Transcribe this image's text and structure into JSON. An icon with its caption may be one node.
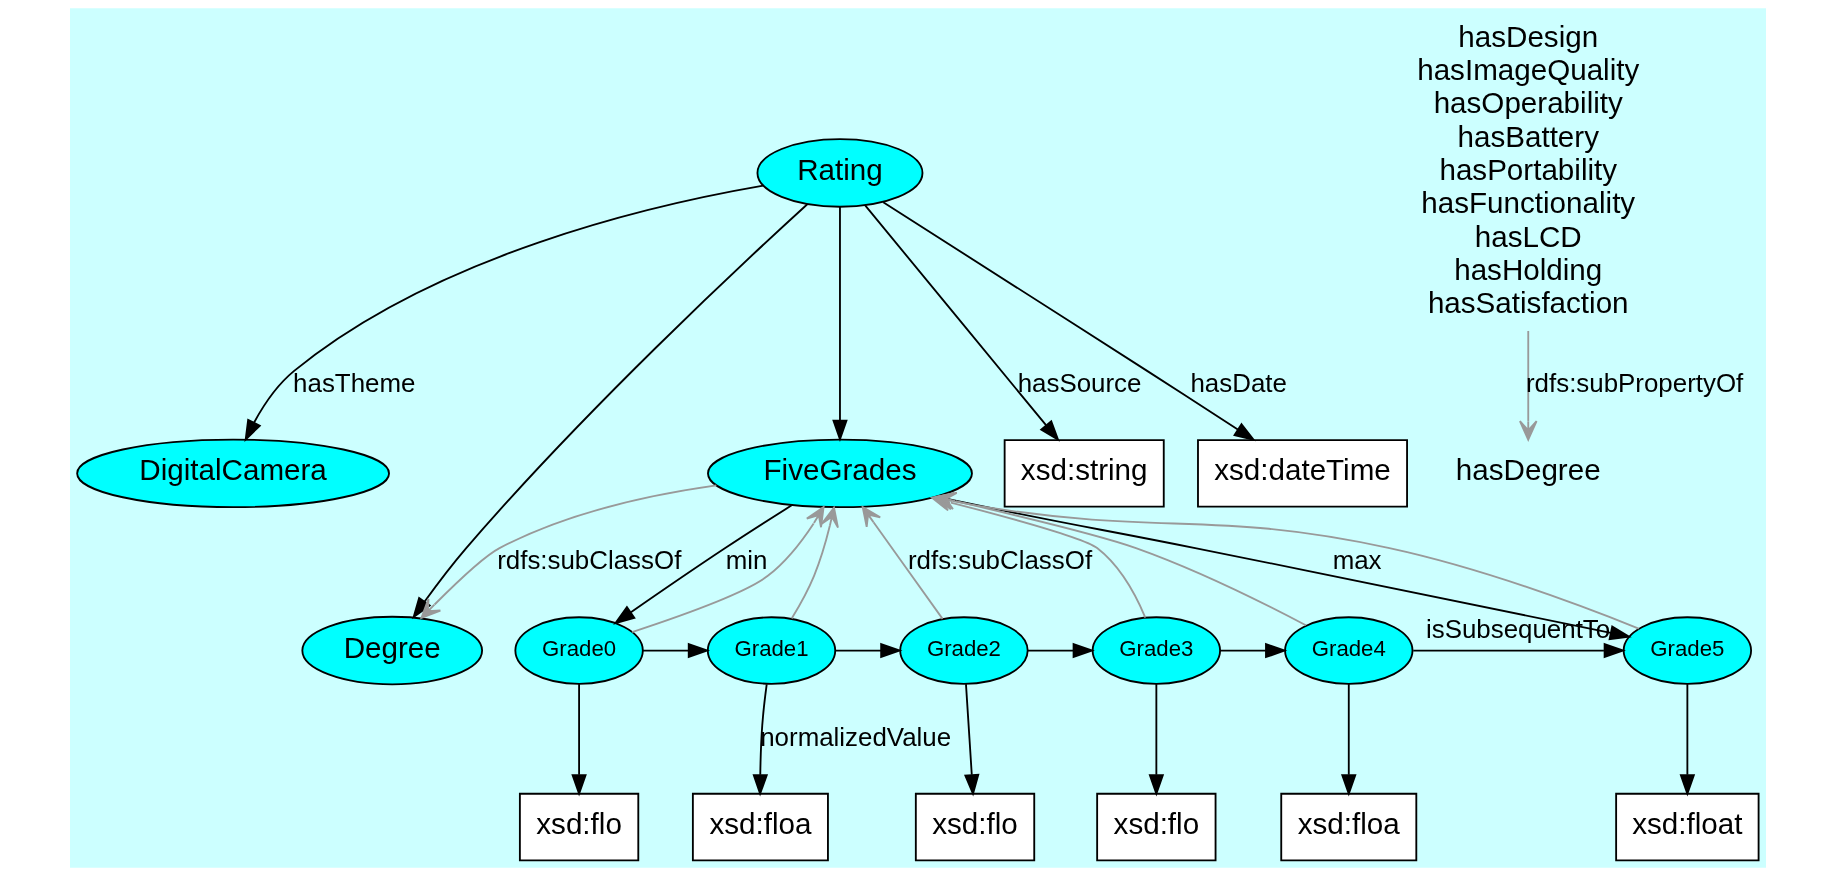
{
  "diagram": {
    "nodes": [
      {
        "text": [
          "DigitalCamera"
        ]
      },
      {
        "text": [
          "Degree"
        ]
      },
      {
        "text": [
          "hasDegree"
        ]
      },
      {
        "text": [
          "Rating"
        ]
      },
      {
        "text": [
          "FiveGrades"
        ]
      },
      {
        "text": [
          "hasDesign",
          "hasImageQuality",
          "hasOperability",
          "hasBattery",
          "hasPortability",
          "hasFunctionality",
          "hasLCD",
          "hasHolding",
          "hasSatisfaction"
        ]
      },
      {
        "text": [
          "xsd:string"
        ]
      },
      {
        "text": [
          "xsd:dateTime"
        ]
      },
      {
        "text": [
          "Grade0"
        ]
      },
      {
        "text": [
          "Grade1"
        ]
      },
      {
        "text": [
          "Grade2"
        ]
      },
      {
        "text": [
          "Grade3"
        ]
      },
      {
        "text": [
          "Grade4"
        ]
      },
      {
        "text": [
          "Grade5"
        ]
      },
      {
        "text": [
          "xsd:flo"
        ]
      },
      {
        "text": [
          "xsd:floa"
        ]
      },
      {
        "text": [
          "xsd:flo"
        ]
      },
      {
        "text": [
          "xsd:flo"
        ]
      },
      {
        "text": [
          "xsd:floa"
        ]
      },
      {
        "text": [
          "xsd:float"
        ]
      }
    ],
    "edges": [
      {
        "from": 3,
        "to": 0,
        "arrow": "to",
        "label": "hasTheme"
      },
      {
        "from": 3,
        "to": 1,
        "arrow": "to"
      },
      {
        "from": 3,
        "to": 4,
        "arrow": "to"
      },
      {
        "from": 5,
        "to": 2,
        "arrow": "to",
        "label": "rdfs:subPropertyOf",
        "color": "#999999"
      },
      {
        "from": 4,
        "to": 1,
        "arrow": "to",
        "label": "rdfs:subClassOf",
        "color": "#999999"
      },
      {
        "from": 3,
        "to": 6,
        "arrow": "to",
        "label": "hasSource"
      },
      {
        "from": 3,
        "to": 7,
        "arrow": "to",
        "label": "hasDate"
      },
      {
        "from": 4,
        "to": 8,
        "arrow": "to",
        "label": "min"
      },
      {
        "from": 4,
        "to": 13,
        "arrow": "to",
        "label": "max"
      },
      {
        "from": 8,
        "to": 4,
        "arrow": "to",
        "color": "#999999"
      },
      {
        "from": 9,
        "to": 4,
        "arrow": "to",
        "color": "#999999"
      },
      {
        "from": 10,
        "to": 4,
        "arrow": "to",
        "label": "rdfs:subClassOf",
        "color": "#999999"
      },
      {
        "from": 11,
        "to": 4,
        "arrow": "to",
        "color": "#999999"
      },
      {
        "from": 12,
        "to": 4,
        "arrow": "to",
        "color": "#999999"
      },
      {
        "from": 13,
        "to": 4,
        "arrow": "to",
        "color": "#999999"
      },
      {
        "from": 8,
        "to": 9,
        "arrow": "to"
      },
      {
        "from": 9,
        "to": 10,
        "arrow": "to"
      },
      {
        "from": 10,
        "to": 11,
        "arrow": "to"
      },
      {
        "from": 11,
        "to": 12,
        "arrow": "to"
      },
      {
        "from": 12,
        "to": 13,
        "arrow": "to",
        "label": "isSubsequentTo"
      },
      {
        "from": 8,
        "to": 14,
        "arrow": "to"
      },
      {
        "from": 9,
        "to": 15,
        "arrow": "to",
        "label": "normalizedValue"
      },
      {
        "from": 10,
        "to": 16,
        "arrow": "to"
      },
      {
        "from": 11,
        "to": 17,
        "arrow": "to"
      },
      {
        "from": 12,
        "to": 18,
        "arrow": "to"
      },
      {
        "from": 13,
        "to": 19,
        "arrow": "to"
      }
    ]
  }
}
